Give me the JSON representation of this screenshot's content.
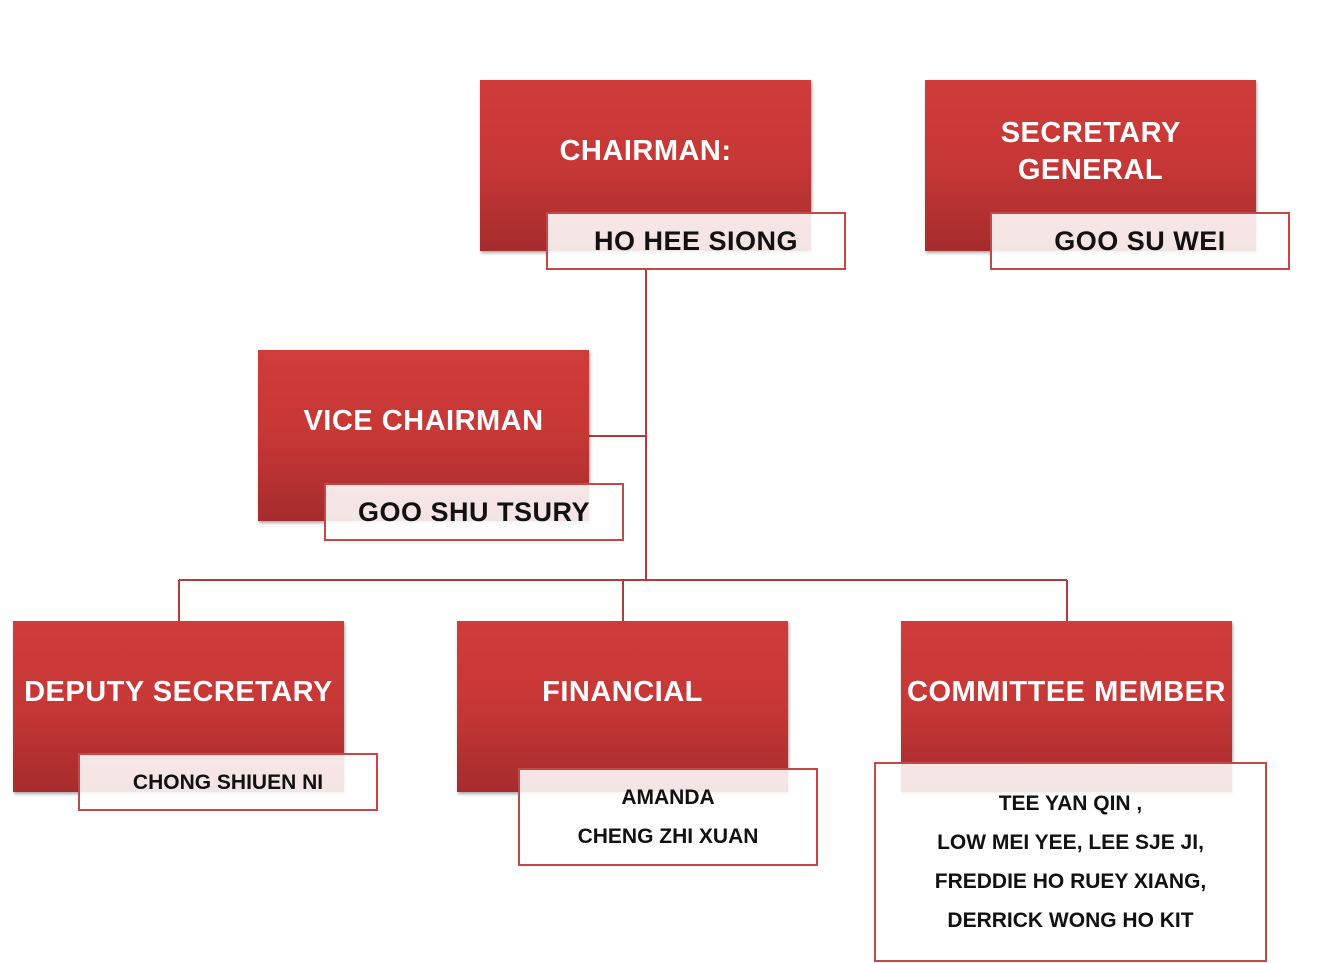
{
  "chairman": {
    "title": "CHAIRMAN:",
    "name": "HO HEE SIONG"
  },
  "secretary_general": {
    "title": [
      "SECRETARY",
      "GENERAL"
    ],
    "name": "GOO SU WEI"
  },
  "vice_chairman": {
    "title": [
      "VICE",
      "CHAIRMAN"
    ],
    "name": "GOO SHU TSURY"
  },
  "deputy_secretary": {
    "title": [
      "DEPUTY",
      "SECRETARY"
    ],
    "name": "CHONG SHIUEN NI"
  },
  "financial": {
    "title": "FINANCIAL",
    "names": [
      "AMANDA",
      "CHENG ZHI XUAN"
    ]
  },
  "committee_member": {
    "title": [
      "COMMITTEE",
      "MEMBER"
    ],
    "names": [
      "TEE YAN QIN ,",
      "LOW MEI YEE, LEE SJE JI,",
      "FREDDIE HO RUEY XIANG,",
      "DERRICK WONG HO KIT"
    ]
  },
  "colors": {
    "box": "#c63736",
    "line": "#b8393a",
    "name_border": "#c84746"
  }
}
